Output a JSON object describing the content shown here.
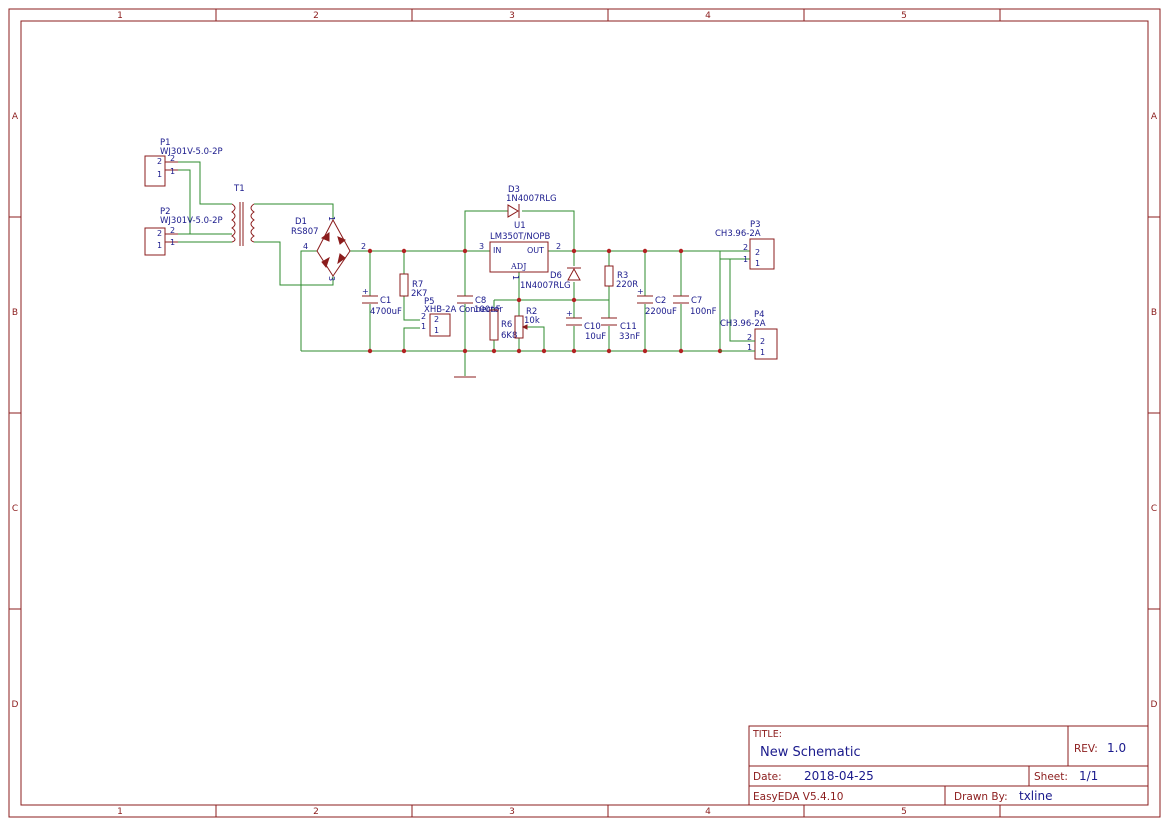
{
  "frame": {
    "columns": [
      "1",
      "2",
      "3",
      "4",
      "5"
    ],
    "rows": [
      "A",
      "B",
      "C",
      "D"
    ]
  },
  "components": {
    "p1": {
      "designator": "P1",
      "value": "WJ301V-5.0-2P",
      "pin2": "2",
      "pin1": "1"
    },
    "p2": {
      "designator": "P2",
      "value": "WJ301V-5.0-2P",
      "pin2": "2",
      "pin1": "1"
    },
    "t1": {
      "designator": "T1"
    },
    "d1": {
      "designator": "D1",
      "value": "RS807",
      "pin1": "1",
      "pin2": "2",
      "pin3": "3",
      "pin4": "4"
    },
    "c1": {
      "designator": "C1",
      "value": "4700uF"
    },
    "r7": {
      "designator": "R7",
      "value": "2K7"
    },
    "p5": {
      "designator": "P5",
      "value": "XHB-2A Connector",
      "pin2": "2",
      "pin1": "1"
    },
    "c8": {
      "designator": "C8",
      "value": "100nF"
    },
    "d3": {
      "designator": "D3",
      "value": "1N4007RLG"
    },
    "u1": {
      "designator": "U1",
      "value": "LM350T/NOPB",
      "in_label": "IN",
      "out_label": "OUT",
      "adj_label": "ADJ",
      "pin3": "3",
      "pin2": "2",
      "pin1": "1"
    },
    "d6": {
      "designator": "D6",
      "value": "1N4007RLG"
    },
    "r6": {
      "designator": "R6",
      "value": "6K8"
    },
    "r2": {
      "designator": "R2",
      "value": "10k"
    },
    "c10": {
      "designator": "C10",
      "value": "10uF"
    },
    "c11": {
      "designator": "C11",
      "value": "33nF"
    },
    "r3": {
      "designator": "R3",
      "value": "220R"
    },
    "c2": {
      "designator": "C2",
      "value": "2200uF"
    },
    "c7": {
      "designator": "C7",
      "value": "100nF"
    },
    "p3": {
      "designator": "P3",
      "value": "CH3.96-2A",
      "pin2": "2",
      "pin1": "1"
    },
    "p4": {
      "designator": "P4",
      "value": "CH3.96-2A",
      "pin2": "2",
      "pin1": "1"
    }
  },
  "title_block": {
    "title_label": "TITLE:",
    "title": "New Schematic",
    "rev_label": "REV:",
    "rev": "1.0",
    "date_label": "Date:",
    "date": "2018-04-25",
    "sheet_label": "Sheet:",
    "sheet": "1/1",
    "software": "EasyEDA V5.4.10",
    "drawn_by_label": "Drawn By:",
    "drawn_by": "txline"
  },
  "colors": {
    "frame": "#8b1c1c",
    "wire": "#2e8b2e",
    "text": "#1a1a8c",
    "junction": "#b22222"
  }
}
